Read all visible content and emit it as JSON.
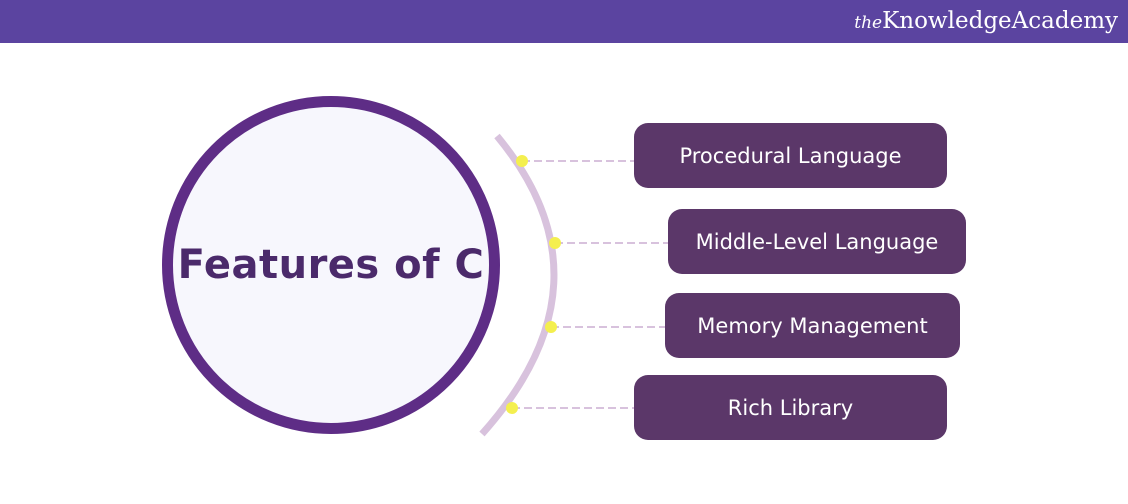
{
  "header": {
    "brand_prefix": "the",
    "brand_name": "Knowledge",
    "brand_suffix": "Academy",
    "background_color": "#5b44a0"
  },
  "diagram": {
    "center_title": "Features of C",
    "circle_border_color": "#5e2d86",
    "circle_fill_color": "#f7f7fd",
    "arc_color": "#d8c2dd",
    "dot_color": "#f4ef4f",
    "box_color": "#5b3769",
    "features": [
      {
        "label": "Procedural Language"
      },
      {
        "label": "Middle-Level Language"
      },
      {
        "label": "Memory Management"
      },
      {
        "label": "Rich Library"
      }
    ]
  }
}
